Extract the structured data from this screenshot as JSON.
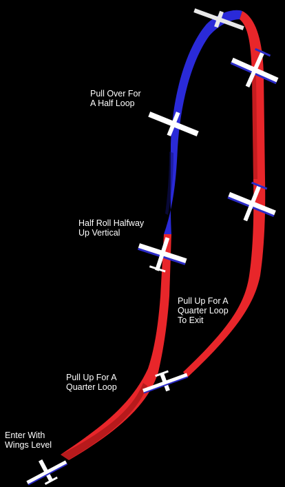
{
  "colors": {
    "background": "#000000",
    "ribbon_red": "#e8262a",
    "ribbon_red_dark": "#8e1010",
    "ribbon_blue": "#2a2ad8",
    "ribbon_blue_dark": "#10106e",
    "aircraft_white": "#ffffff",
    "aircraft_blue": "#2c2cc8",
    "aircraft_red": "#d81e1e",
    "label_text": "#ffffff"
  },
  "labels": {
    "enter_wings_level": [
      "Enter With",
      "Wings Level"
    ],
    "pull_up_quarter_loop": [
      "Pull Up For A",
      "Quarter Loop"
    ],
    "half_roll_halfway": [
      "Half Roll Halfway",
      "Up Vertical"
    ],
    "pull_over_half_loop": [
      "Pull Over For",
      "A Half Loop"
    ],
    "pull_up_quarter_loop_exit": [
      "Pull Up For A",
      "Quarter Loop",
      "To Exit"
    ]
  },
  "icons": {
    "aircraft": "aircraft-icon"
  }
}
